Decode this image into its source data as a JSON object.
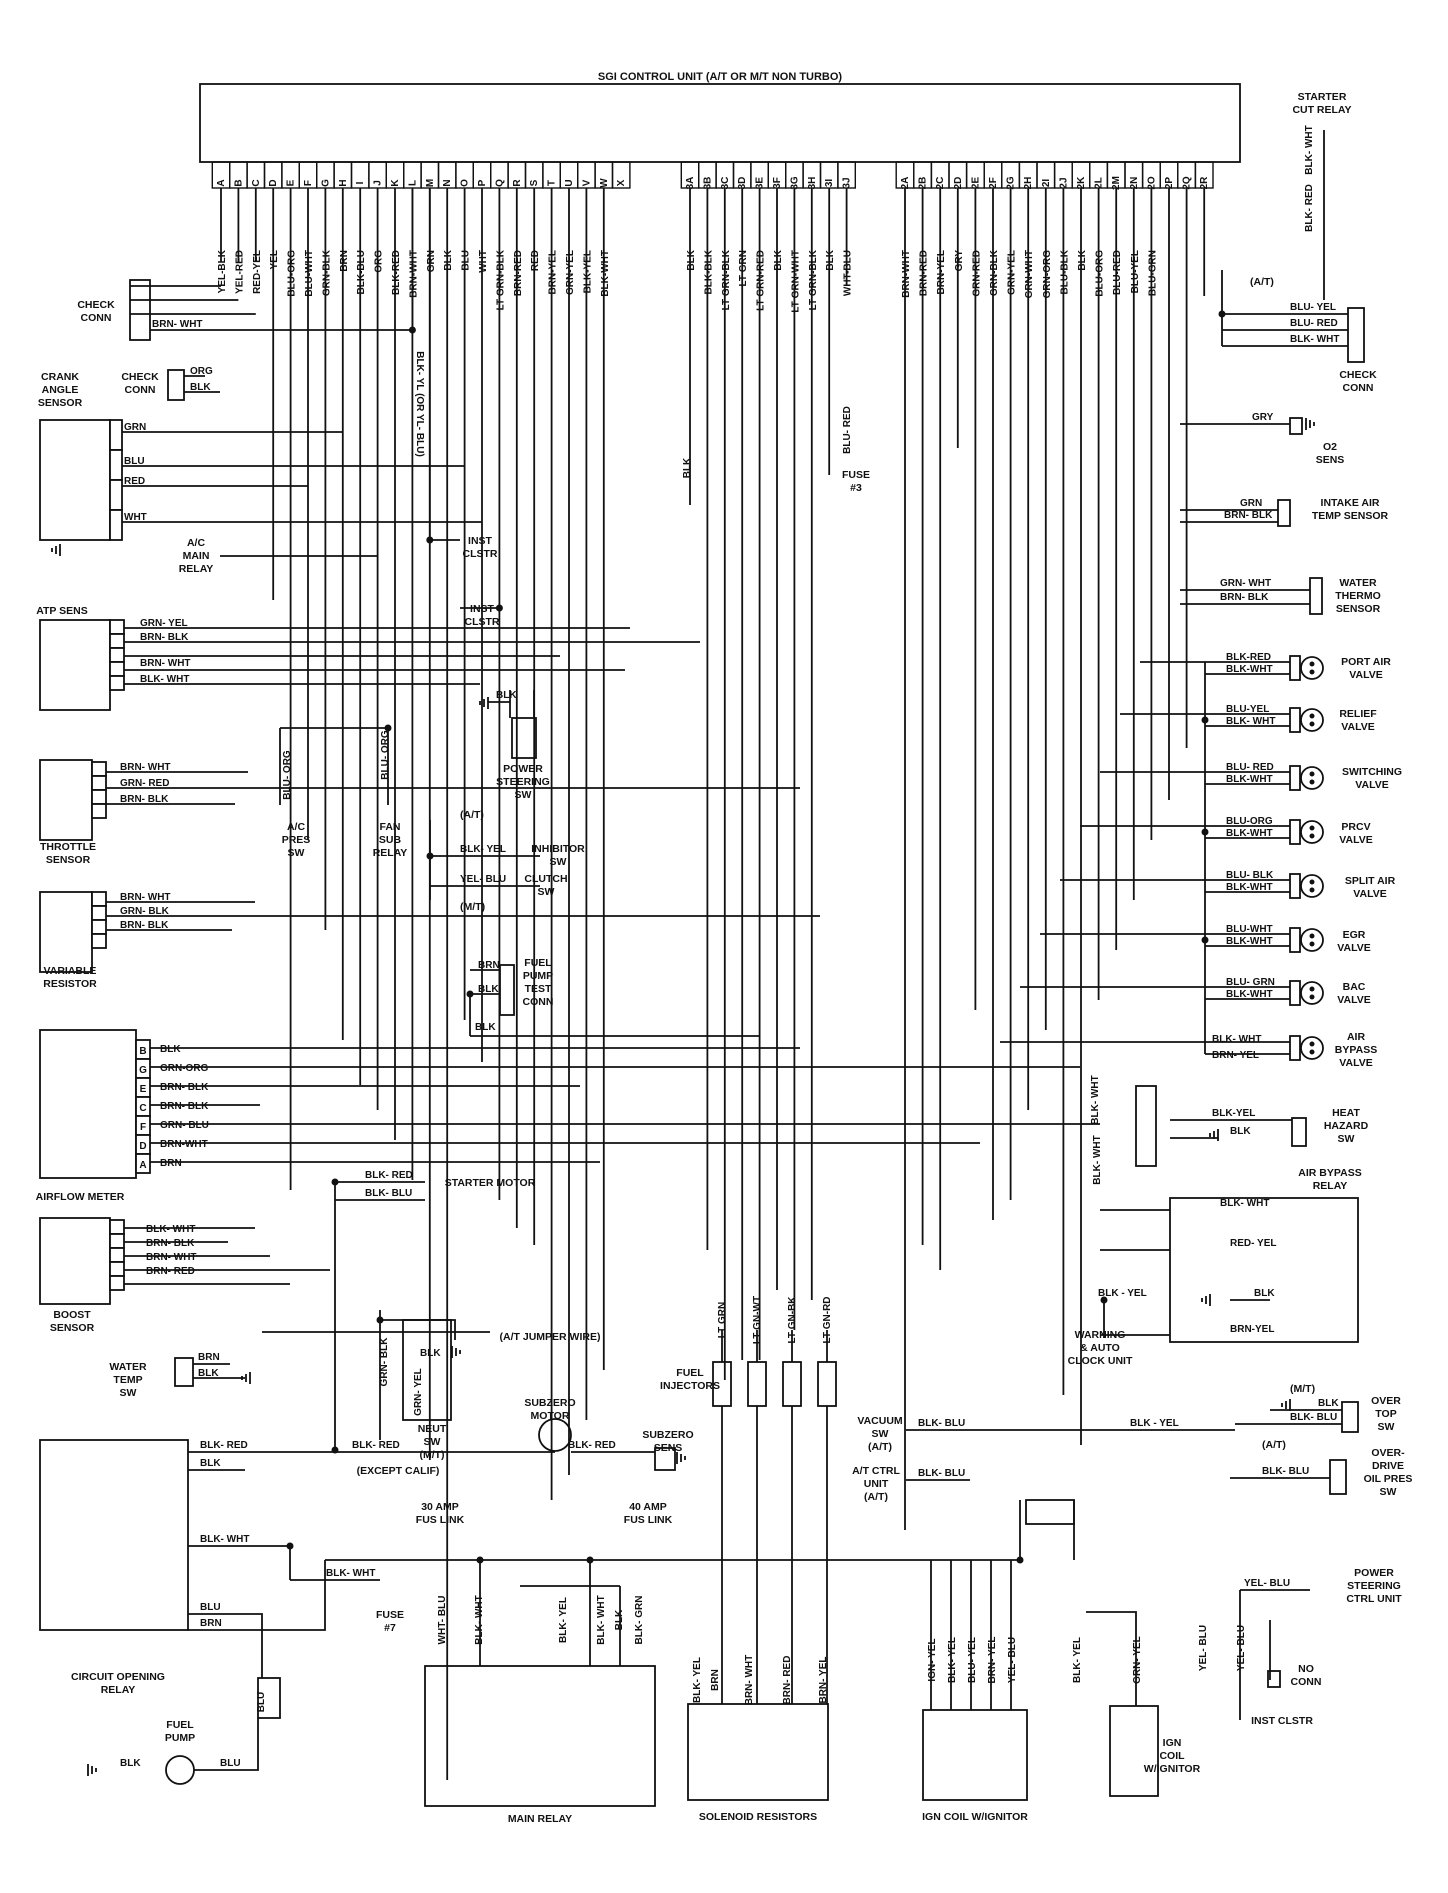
{
  "ecu": {
    "title": "SGI CONTROL UNIT (A/T OR M/T NON TURBO)",
    "left_pins": [
      "A",
      "B",
      "C",
      "D",
      "E",
      "F",
      "G",
      "H",
      "I",
      "J",
      "K",
      "L",
      "M",
      "N",
      "O",
      "P",
      "Q",
      "R",
      "S",
      "T",
      "U",
      "V",
      "W",
      "X"
    ],
    "left_wires": [
      "YEL-BLK",
      "YEL-RED",
      "RED-YEL",
      "YEL",
      "BLU-ORG",
      "BLU-WHT",
      "GRN-BLK",
      "BRN",
      "BLK-BLU",
      "ORG",
      "BLK-RED",
      "BRN-WHT",
      "GRN",
      "BLK",
      "BLU",
      "WHT",
      "LT GRN-BLK",
      "BRN-RED",
      "RED",
      "BRN-YEL",
      "GRN-YEL",
      "BLK-YEL",
      "BLK-WHT",
      ""
    ],
    "mid_pins": [
      "3A",
      "3B",
      "3C",
      "3D",
      "3E",
      "3F",
      "3G",
      "3H",
      "3I",
      "3J"
    ],
    "mid_wires": [
      "BLK",
      "BLK-BLK",
      "LT GRN-BLK",
      "LT GRN",
      "LT GRN-RED",
      "BLK",
      "LT GRN-WHT",
      "LT GRN-BLK",
      "BLK",
      "WHT-BLU"
    ],
    "right_pins": [
      "2A",
      "2B",
      "2C",
      "2D",
      "2E",
      "2F",
      "2G",
      "2H",
      "2I",
      "2J",
      "2K",
      "2L",
      "2M",
      "2N",
      "2O",
      "2P",
      "2Q",
      "2R"
    ],
    "right_wires": [
      "BRN-WHT",
      "BRN-RED",
      "BRN-YEL",
      "GRY",
      "GRN-RED",
      "GRN-BLK",
      "GRN-YEL",
      "GRN-WHT",
      "GRN-ORG",
      "BLU-BLK",
      "BLK",
      "BLU-ORG",
      "BLU-RED",
      "BLU-YEL",
      "BLU-GRN",
      "",
      "",
      " "
    ]
  },
  "labels": {
    "starter_cut_relay": [
      "STARTER",
      "CUT RELAY"
    ],
    "check_conn_left_a": [
      "CHECK",
      "CONN"
    ],
    "check_conn_left_b": [
      "CHECK",
      "CONN"
    ],
    "check_conn_right": [
      "CHECK",
      "CONN"
    ],
    "crank_angle_sensor": [
      "CRANK",
      "ANGLE",
      "SENSOR"
    ],
    "ac_main_relay": [
      "A/C",
      "MAIN",
      "RELAY"
    ],
    "inst_clstr_1": [
      "INST",
      "CLSTR"
    ],
    "inst_clstr_2": [
      "INST",
      "CLSTR"
    ],
    "fuse_3": [
      "FUSE",
      "#3"
    ],
    "atp_sens": "ATP SENS",
    "power_steering_sw": [
      "POWER",
      "STEERING",
      "SW"
    ],
    "throttle_sensor": [
      "THROTTLE",
      "SENSOR"
    ],
    "ac_pres_sw": [
      "A/C",
      "PRES",
      "SW"
    ],
    "fan_sub_relay": [
      "FAN",
      "SUB",
      "RELAY"
    ],
    "inhibitor_sw": [
      "INHIBITOR",
      "SW"
    ],
    "clutch_sw": [
      "CLUTCH",
      "SW"
    ],
    "variable_resistor": [
      "VARIABLE",
      "RESISTOR"
    ],
    "fuel_pump_test_conn": [
      "FUEL",
      "PUMP",
      "TEST",
      "CONN"
    ],
    "airflow_meter": "AIRFLOW METER",
    "starter_motor": "STARTER MOTOR",
    "boost_sensor": [
      "BOOST",
      "SENSOR"
    ],
    "water_temp_sw": [
      "WATER",
      "TEMP",
      "SW"
    ],
    "at_jumper_wire": "(A/T JUMPER WIRE)",
    "neut_sw": [
      "NEUT",
      "SW",
      "(M/T)"
    ],
    "subzero_motor": [
      "SUBZERO",
      "MOTOR"
    ],
    "subzero_sens": [
      "SUBZERO",
      "SENS"
    ],
    "except_calif": "(EXCEPT CALIF)",
    "fuel_injectors": [
      "FUEL",
      "INJECTORS"
    ],
    "vacuum_sw": [
      "VACUUM",
      "SW",
      "(A/T)"
    ],
    "at_ctrl_unit": [
      "A/T CTRL",
      "UNIT",
      "(A/T)"
    ],
    "amp30": [
      "30 AMP",
      "FUS LINK"
    ],
    "amp40": [
      "40 AMP",
      "FUS LINK"
    ],
    "fuse_7": [
      "FUSE",
      "#7"
    ],
    "circuit_opening_relay": [
      "CIRCUIT OPENING",
      "RELAY"
    ],
    "fuel_pump": [
      "FUEL",
      "PUMP"
    ],
    "main_relay": "MAIN RELAY",
    "solenoid_resistors": "SOLENOID RESISTORS",
    "ign_coil_w_ignitor_1": "IGN COIL W/IGNITOR",
    "ign_coil_w_ignitor_2": [
      "IGN",
      "COIL",
      "W/IGNITOR"
    ],
    "o2_sens": [
      "O2",
      "SENS"
    ],
    "intake_air_temp_sensor": [
      "INTAKE AIR",
      "TEMP SENSOR"
    ],
    "water_thermo_sensor": [
      "WATER",
      "THERMO",
      "SENSOR"
    ],
    "port_air_valve": [
      "PORT AIR",
      "VALVE"
    ],
    "relief_valve": [
      "RELIEF",
      "VALVE"
    ],
    "switching_valve": [
      "SWITCHING",
      "VALVE"
    ],
    "prcv_valve": [
      "PRCV",
      "VALVE"
    ],
    "split_air_valve": [
      "SPLIT AIR",
      "VALVE"
    ],
    "egr_valve": [
      "EGR",
      "VALVE"
    ],
    "bac_valve": [
      "BAC",
      "VALVE"
    ],
    "air_bypass_valve": [
      "AIR",
      "BYPASS",
      "VALVE"
    ],
    "heat_hazard_sw": [
      "HEAT",
      "HAZARD",
      "SW"
    ],
    "air_bypass_relay": [
      "AIR BYPASS",
      "RELAY"
    ],
    "warning_auto_clock": [
      "WARNING",
      "& AUTO",
      "CLOCK UNIT"
    ],
    "over_top_sw": [
      "OVER",
      "TOP",
      "SW"
    ],
    "overdrive_oil_pres_sw": [
      "OVER-",
      "DRIVE",
      "OIL PRES",
      "SW"
    ],
    "power_steering_ctrl_unit": [
      "POWER",
      "STEERING",
      "CTRL UNIT"
    ],
    "no_conn": [
      "NO",
      "CONN"
    ],
    "inst_clstr_3": "INST CLSTR",
    "at_tag": "(A/T)",
    "mt_tag": "(M/T)"
  },
  "wires": {
    "check_conn_brn_wht": "BRN- WHT",
    "check_conn_org": "ORG",
    "check_conn_blk": "BLK",
    "crank_grn": "GRN",
    "crank_blu": "BLU",
    "crank_red": "RED",
    "crank_wht": "WHT",
    "blk_yl_or_yl_blu": "BLK- YL (OR YL- BLU)",
    "fuse3_blu_red": "BLU- RED",
    "ecu_blk_3a": "BLK",
    "atp_grn_yel": "GRN- YEL",
    "atp_brn_blk": "BRN- BLK",
    "atp_brn_wht": "BRN- WHT",
    "atp_blk_wht": "BLK- WHT",
    "ps_blk": "BLK",
    "ac_blu_org": "BLU- ORG",
    "fan_blu_org": "BLU- ORG",
    "thr_brn_wht": "BRN- WHT",
    "thr_grn_red": "GRN- RED",
    "thr_brn_blk": "BRN- BLK",
    "inh_blk_yel": "BLK- YEL",
    "clutch_yel_blu": "YEL- BLU",
    "var_brn_wht": "BRN- WHT",
    "var_grn_blk": "GRN- BLK",
    "var_brn_blk": "BRN- BLK",
    "fp_brn": "BRN",
    "fp_blk": "BLK",
    "fp_blk2": "BLK",
    "afm_pins": [
      "B",
      "G",
      "E",
      "C",
      "F",
      "D",
      "A"
    ],
    "afm_wires": [
      "BLK",
      "GRN-ORG",
      "BRN- BLK",
      "BRN- BLK",
      "GRN- BLU",
      "BRN-WHT",
      "BRN"
    ],
    "starter_blk_red": "BLK- RED",
    "starter_blk_blu": "BLK- BLU",
    "boost_wires": [
      "BLK- WHT",
      "BRN- BLK",
      "BRN- WHT",
      "BRN- RED"
    ],
    "wt_brn": "BRN",
    "wt_blk": "BLK",
    "neut_grn_blk": "GRN- BLK",
    "neut_grn_yel": "GRN- YEL",
    "neut_blk": "BLK",
    "cor_blk_red": "BLK- RED",
    "cor_blk": "BLK",
    "cor_blk_wht": "BLK- WHT",
    "cor_blu": "BLU",
    "cor_brn": "BRN",
    "cor_blk_red2": "BLK- RED",
    "subzero_blk_red": "BLK- RED",
    "fuse7_blk_wht": "BLK- WHT",
    "fp_blu_v": "BLU",
    "fp_blu_h": "BLU",
    "fp_blk_h": "BLK",
    "inj_wires": [
      "LT GRN",
      "LT GN-WT",
      "LT GN-BK",
      "LT GN-RD"
    ],
    "vac_blk_blu": "BLK- BLU",
    "atctrl_blk_blu": "BLK- BLU",
    "mr_wires": [
      "WHT- BLU",
      "BLK- WHT",
      "BLK- YEL",
      "BLK- WHT",
      "BLK",
      "BLK- GRN"
    ],
    "sr_wires": [
      "BLK- YEL",
      "BRN",
      "BRN- WHT",
      "BRN- RED",
      "BRN- YEL"
    ],
    "ic_wires": [
      "IGN- YEL",
      "BLK- YEL",
      "BLU- YEL",
      "BRN- YEL",
      "YEL- BLU"
    ],
    "ic2_wires": [
      "BLK- YEL",
      "GRN- YEL"
    ],
    "blk_wht_v": "BLK- WHT",
    "scu_blk_red_v": "BLK- RED",
    "scu_blk_wht_v": "BLK- WHT",
    "ccr_blu_yel": "BLU- YEL",
    "ccr_blu_red": "BLU- RED",
    "ccr_blk_wht": "BLK- WHT",
    "o2_gry": "GRY",
    "iat_grn": "GRN",
    "iat_brn_blk": "BRN- BLK",
    "wts_grn_wht": "GRN- WHT",
    "wts_brn_blk": "BRN- BLK",
    "pav_blk_red": "BLK-RED",
    "pav_blk_wht": "BLK-WHT",
    "rv_blu_yel": "BLU-YEL",
    "rv_blk_wht": "BLK- WHT",
    "sv_blu_red": "BLU- RED",
    "sv_blk_wht": "BLK-WHT",
    "prcv_blu_org": "BLU-ORG",
    "prcv_blk_wht": "BLK-WHT",
    "sav_blu_blk": "BLU- BLK",
    "sav_blk_wht": "BLK-WHT",
    "egr_blu_wht": "BLU-WHT",
    "egr_blk_wht": "BLK-WHT",
    "bac_blu_grn": "BLU- GRN",
    "bac_blk_wht": "BLK-WHT",
    "abv_blk_wht": "BLK- WHT",
    "abv_brn_yel": "BRN- YEL",
    "hh_blk_yel": "BLK-YEL",
    "hh_blk": "BLK",
    "abr_blk_wht": "BLK- WHT",
    "abr_red_yel": "RED- YEL",
    "abr_blk": "BLK",
    "abr_brn_yel": "BRN-YEL",
    "abr_blk_wht_v": "BLK- WHT",
    "warn_blk_yel": "BLK - YEL",
    "ot_blk": "BLK",
    "ot_blk_blu": "BLK- BLU",
    "od_blk_blu": "BLK- BLU",
    "ot_blk_yel": "BLK - YEL",
    "ps_yel_blu": "YEL- BLU",
    "ps_yel_blu_v": "YEL- BLU",
    "ps_blk_yel_v": "YEL- BLU"
  }
}
